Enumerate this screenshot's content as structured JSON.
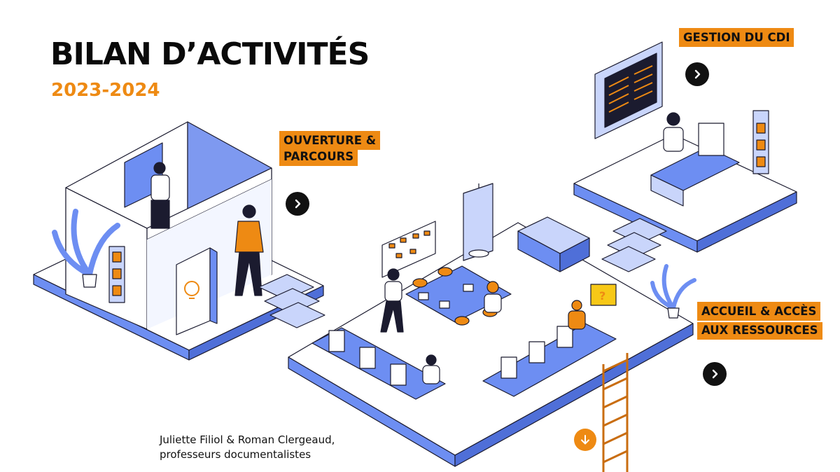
{
  "page": {
    "title": "BILAN D’ACTIVITÉS",
    "year": "2023-2024"
  },
  "sections": {
    "gestion": {
      "label": "GESTION DU CDI"
    },
    "ouverture": {
      "line1": "OUVERTURE &",
      "line2": "PARCOURS"
    },
    "accueil": {
      "line1": "ACCUEIL & ACCÈS",
      "line2": "AUX RESSOURCES"
    }
  },
  "credits": {
    "line1": "Juliette Filiol & Roman Clergeaud,",
    "line2": "professeurs documentalistes"
  },
  "icons": {
    "nav": "chevron-right-icon",
    "scroll": "arrow-down-icon"
  },
  "colors": {
    "accent": "#ee8a13",
    "illustration_blue": "#6d8ef2",
    "light_blue": "#c9d5fb",
    "dark": "#111111"
  }
}
